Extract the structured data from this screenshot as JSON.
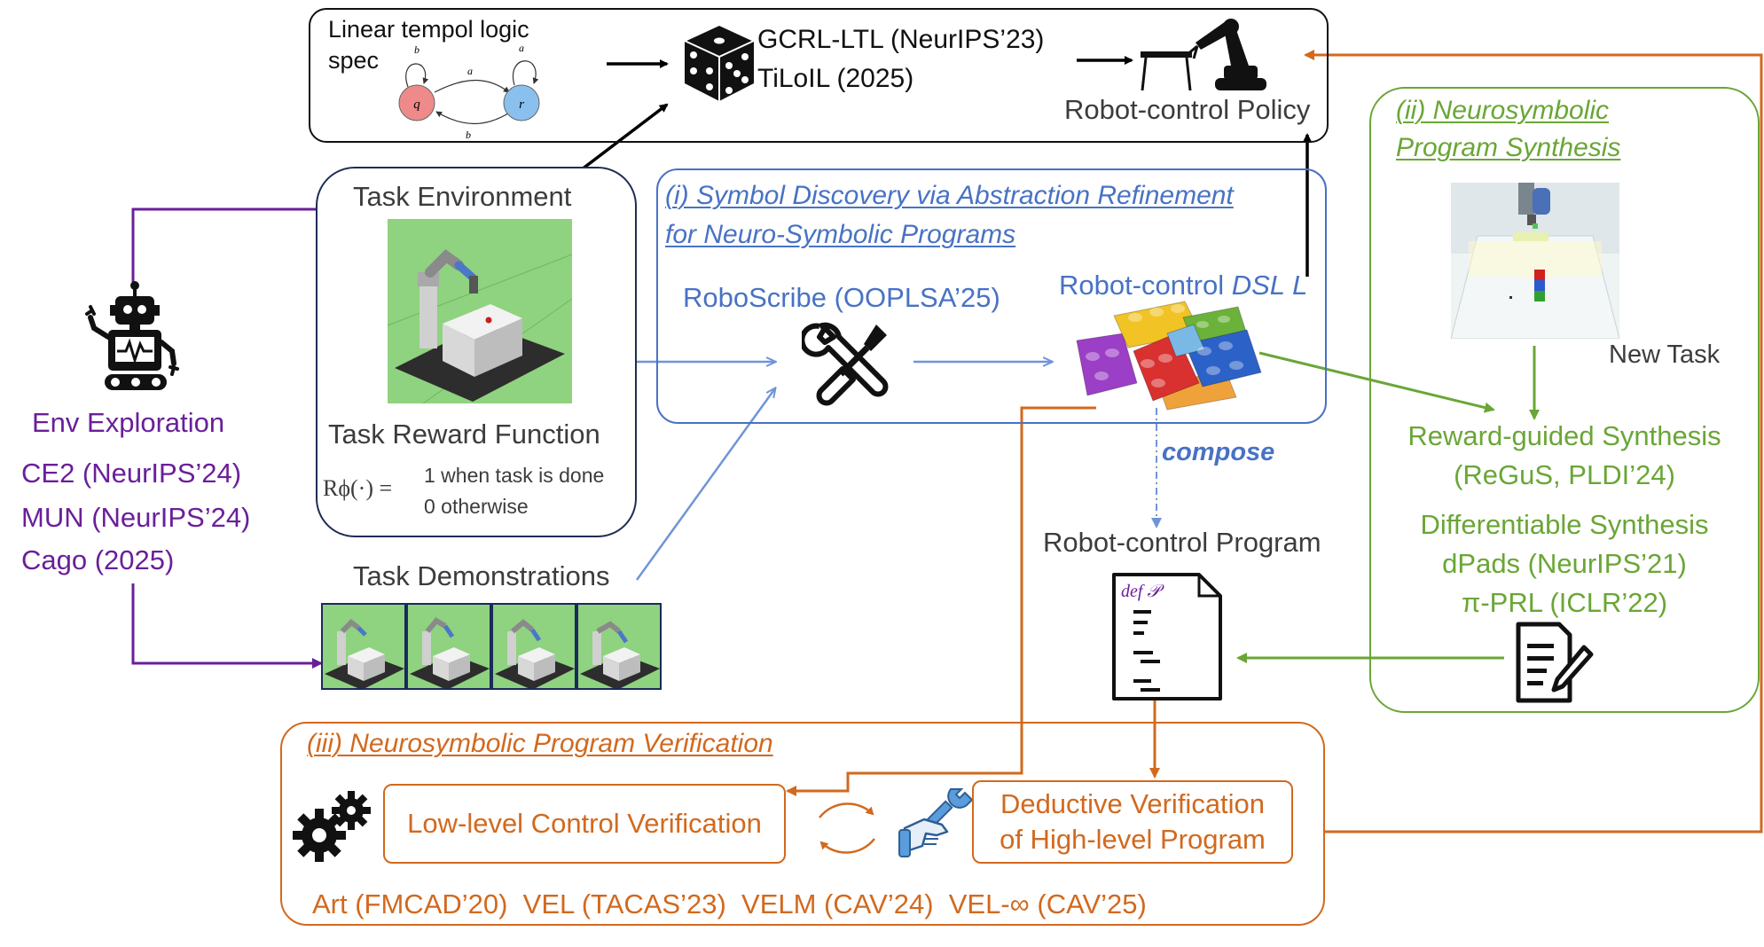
{
  "ltl_box": {
    "title": "Linear tempol logic spec",
    "automaton": {
      "state_q": "q",
      "state_r": "r",
      "edge_a": "a",
      "edge_b": "b"
    },
    "methods": [
      "GCRL-LTL (NeurIPS’23)",
      "TiLoIL (2025)"
    ],
    "policy_label": "Robot-control Policy"
  },
  "env_exploration": {
    "label": "Env Exploration",
    "methods": [
      "CE2 (NeurIPS’24)",
      "MUN (NeurIPS’24)",
      "Cago (2025)"
    ],
    "icon": "robot-icon"
  },
  "task_env": {
    "title": "Task Environment",
    "reward_title": "Task Reward Function",
    "reward_lhs": "Rϕ(·) =",
    "reward_case1": "1 when task is done",
    "reward_case2": "0 otherwise"
  },
  "demonstrations": {
    "label": "Task Demonstrations",
    "count": 4
  },
  "section_i": {
    "title_line1": "(i) Symbol Discovery via Abstraction Refinement",
    "title_line2": "for Neuro-Symbolic Programs",
    "tool_label": "RoboScribe (OOPLSA’25)",
    "dsl_label_prefix": "Robot-control ",
    "dsl_label_italic": "DSL L",
    "compose_label": "compose",
    "tool_icon": "wrench-screwdriver-icon",
    "dsl_icon": "lego-bricks-icon"
  },
  "program": {
    "label": "Robot-control Program",
    "code_header": "def 𝒫"
  },
  "section_ii": {
    "title_line1": "(ii) Neurosymbolic",
    "title_line2": "Program Synthesis",
    "new_task_label": "New Task",
    "reward_guided": "Reward-guided Synthesis",
    "reward_guided_ref": "(ReGuS, PLDI’24)",
    "differentiable": "Differentiable Synthesis",
    "diff_methods": [
      "dPads (NeurIPS’21)",
      "π-PRL (ICLR’22)"
    ],
    "icon": "document-pen-icon"
  },
  "section_iii": {
    "title": "(iii) Neurosymbolic Program Verification",
    "low_level": "Low-level Control Verification",
    "deductive_line1": "Deductive Verification",
    "deductive_line2": "of High-level Program",
    "methods": "Art (FMCAD’20)  VEL (TACAS’23)  VELM (CAV’24)  VEL-∞ (CAV’25)",
    "icons": [
      "gears-icon",
      "swap-arrows-icon",
      "hand-wrench-icon"
    ]
  },
  "colors": {
    "purple": "#6a1f9a",
    "blue": "#4872c4",
    "green": "#6aa636",
    "orange": "#d2691e",
    "text_gray": "#3c3c3c",
    "sim_green": "#8fd27f"
  }
}
